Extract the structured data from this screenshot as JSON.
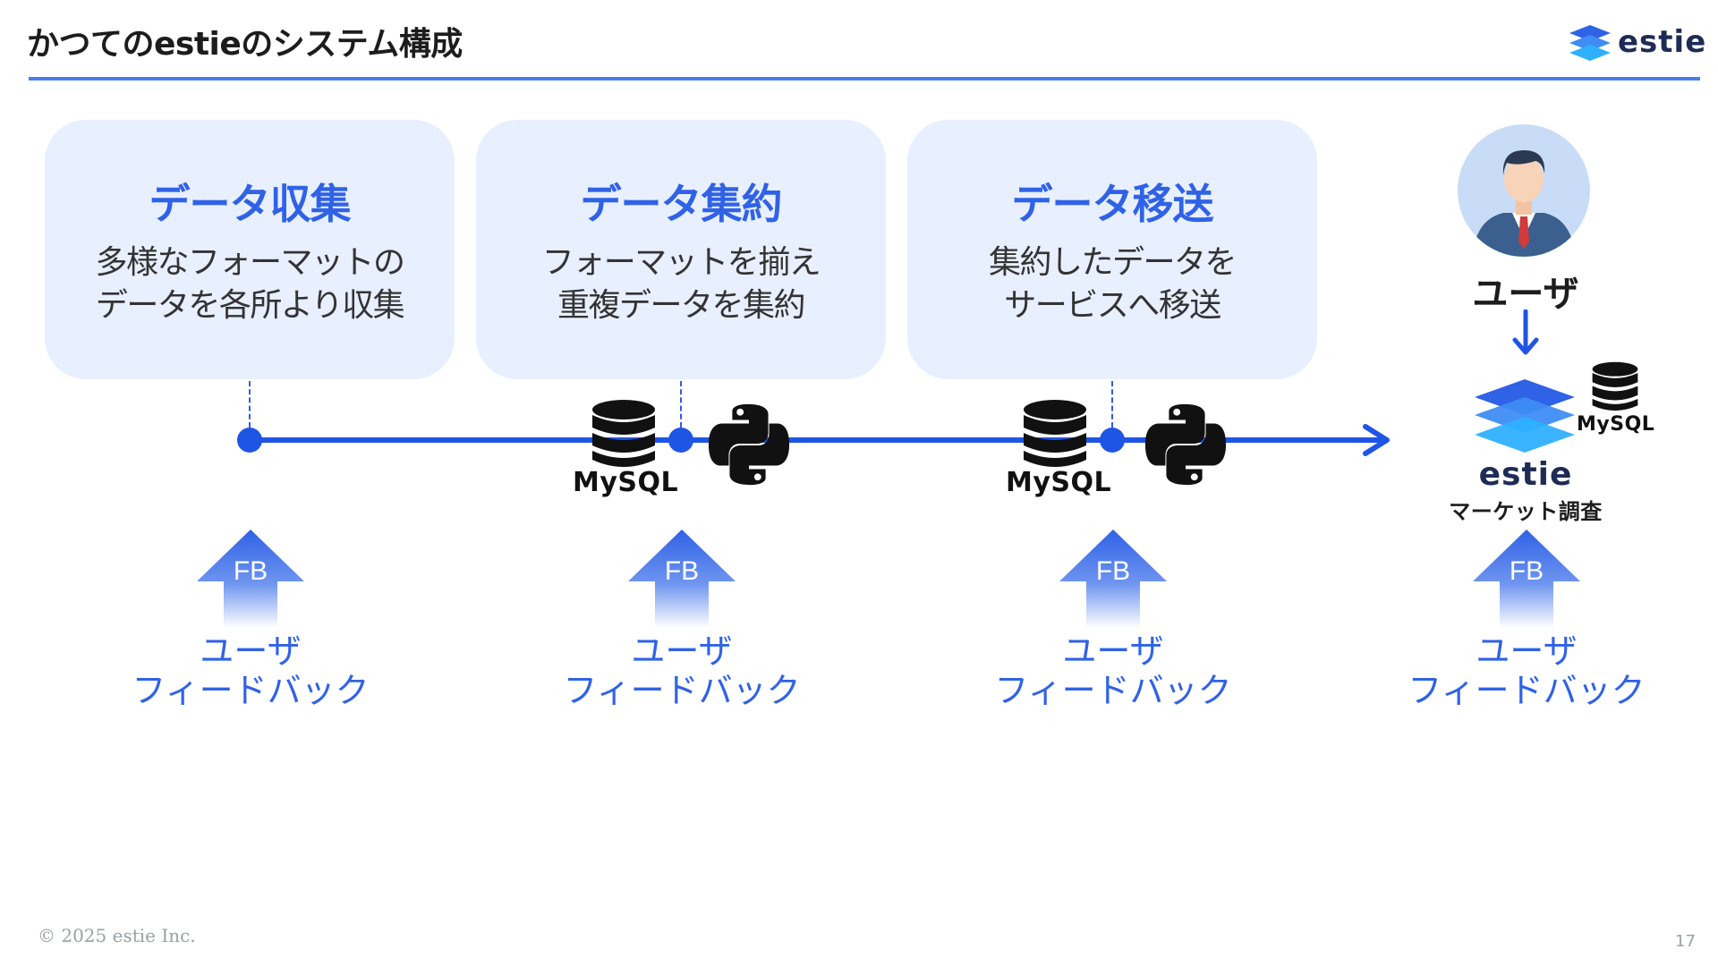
{
  "slide": {
    "title": "かつてのestieのシステム構成",
    "page_number": "17",
    "copyright": "© 2025 estie Inc."
  },
  "logo": {
    "text": "estie",
    "icon": "estie-layers-logo"
  },
  "colors": {
    "accent": "#2f62e6",
    "card_bg": "#e8efff",
    "pipeline": "#1f55e4",
    "rule": "#4a7ef0"
  },
  "stages": [
    {
      "title": "データ収集",
      "desc": "多様なフォーマットの\nデータを各所より収集"
    },
    {
      "title": "データ集約",
      "desc": "フォーマットを揃え\n重複データを集約"
    },
    {
      "title": "データ移送",
      "desc": "集約したデータを\nサービスへ移送"
    }
  ],
  "pipeline": {
    "mysql_label": "MySQL",
    "icons": [
      "database-icon",
      "python-icon"
    ]
  },
  "destination": {
    "user_label": "ユーザ",
    "service_name": "estie",
    "service_sub": "マーケット調査",
    "mysql_label": "MySQL"
  },
  "feedback": {
    "badge": "FB",
    "label": "ユーザ\nフィードバック"
  }
}
